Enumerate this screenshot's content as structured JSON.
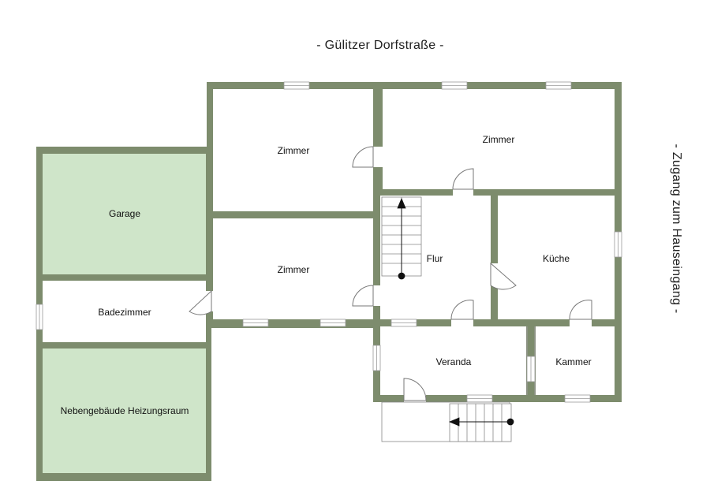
{
  "street_top": "- Gülitzer Dorfstraße -",
  "street_right": "- Zugang zum Hauseingang -",
  "rooms": {
    "garage": "Garage",
    "bad": "Badezimmer",
    "heizung": "Nebengebäude Heizungsraum",
    "zimmer_top_left": "Zimmer",
    "zimmer_top_right": "Zimmer",
    "zimmer_mid": "Zimmer",
    "flur": "Flur",
    "kueche": "Küche",
    "veranda": "Veranda",
    "kammer": "Kammer"
  },
  "colors": {
    "wall": "#7d8c6d",
    "green_room": "#cfe5c9",
    "room": "#ffffff"
  }
}
